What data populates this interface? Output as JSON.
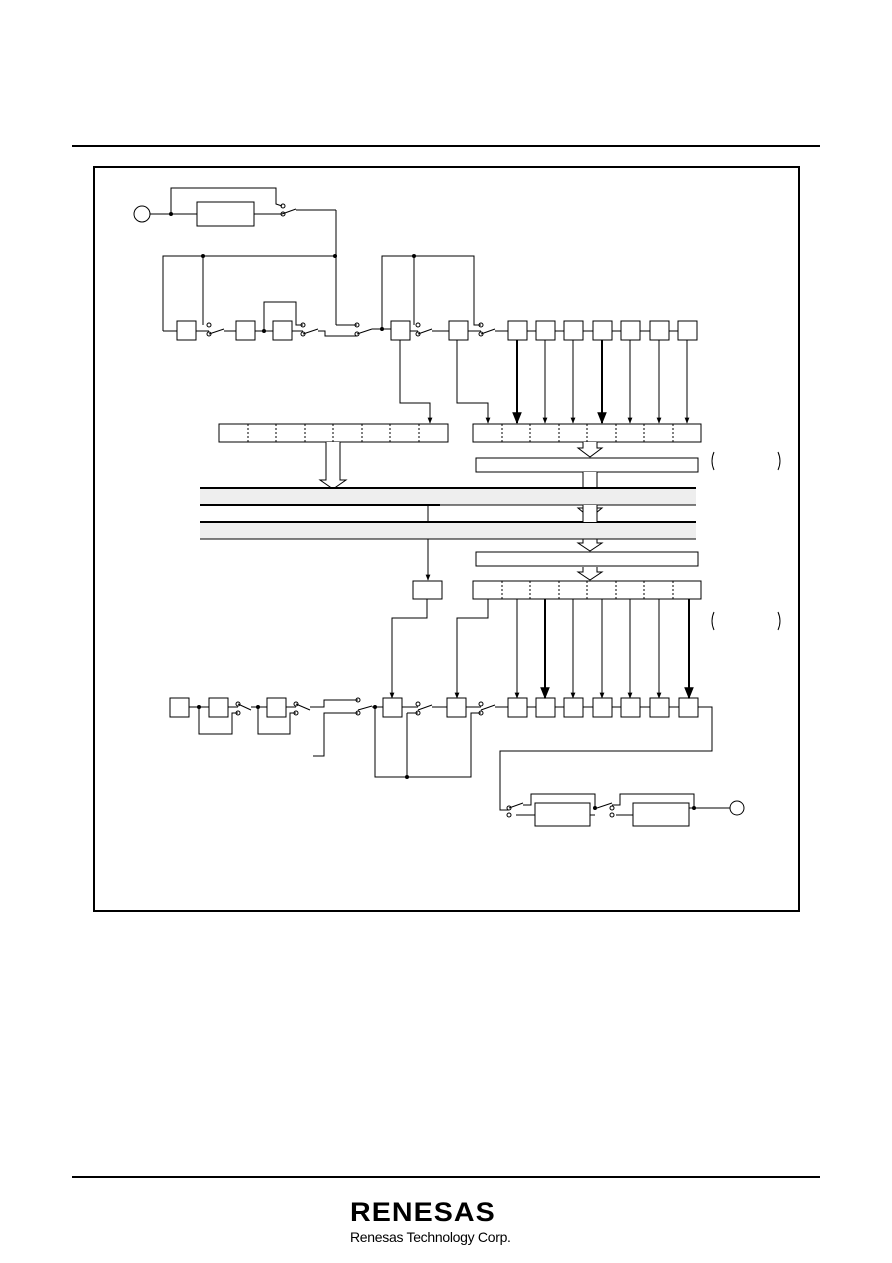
{
  "header": {},
  "diagram": {
    "description_free": true,
    "register_cells": 8,
    "stage_count_upper": 7,
    "stage_count_lower": 7
  },
  "footer": {
    "brand": "RENESAS",
    "company": "Renesas Technology Corp."
  },
  "colors": {
    "line": "#000000",
    "bus_fill": "#eeeeee",
    "background": "#ffffff"
  }
}
